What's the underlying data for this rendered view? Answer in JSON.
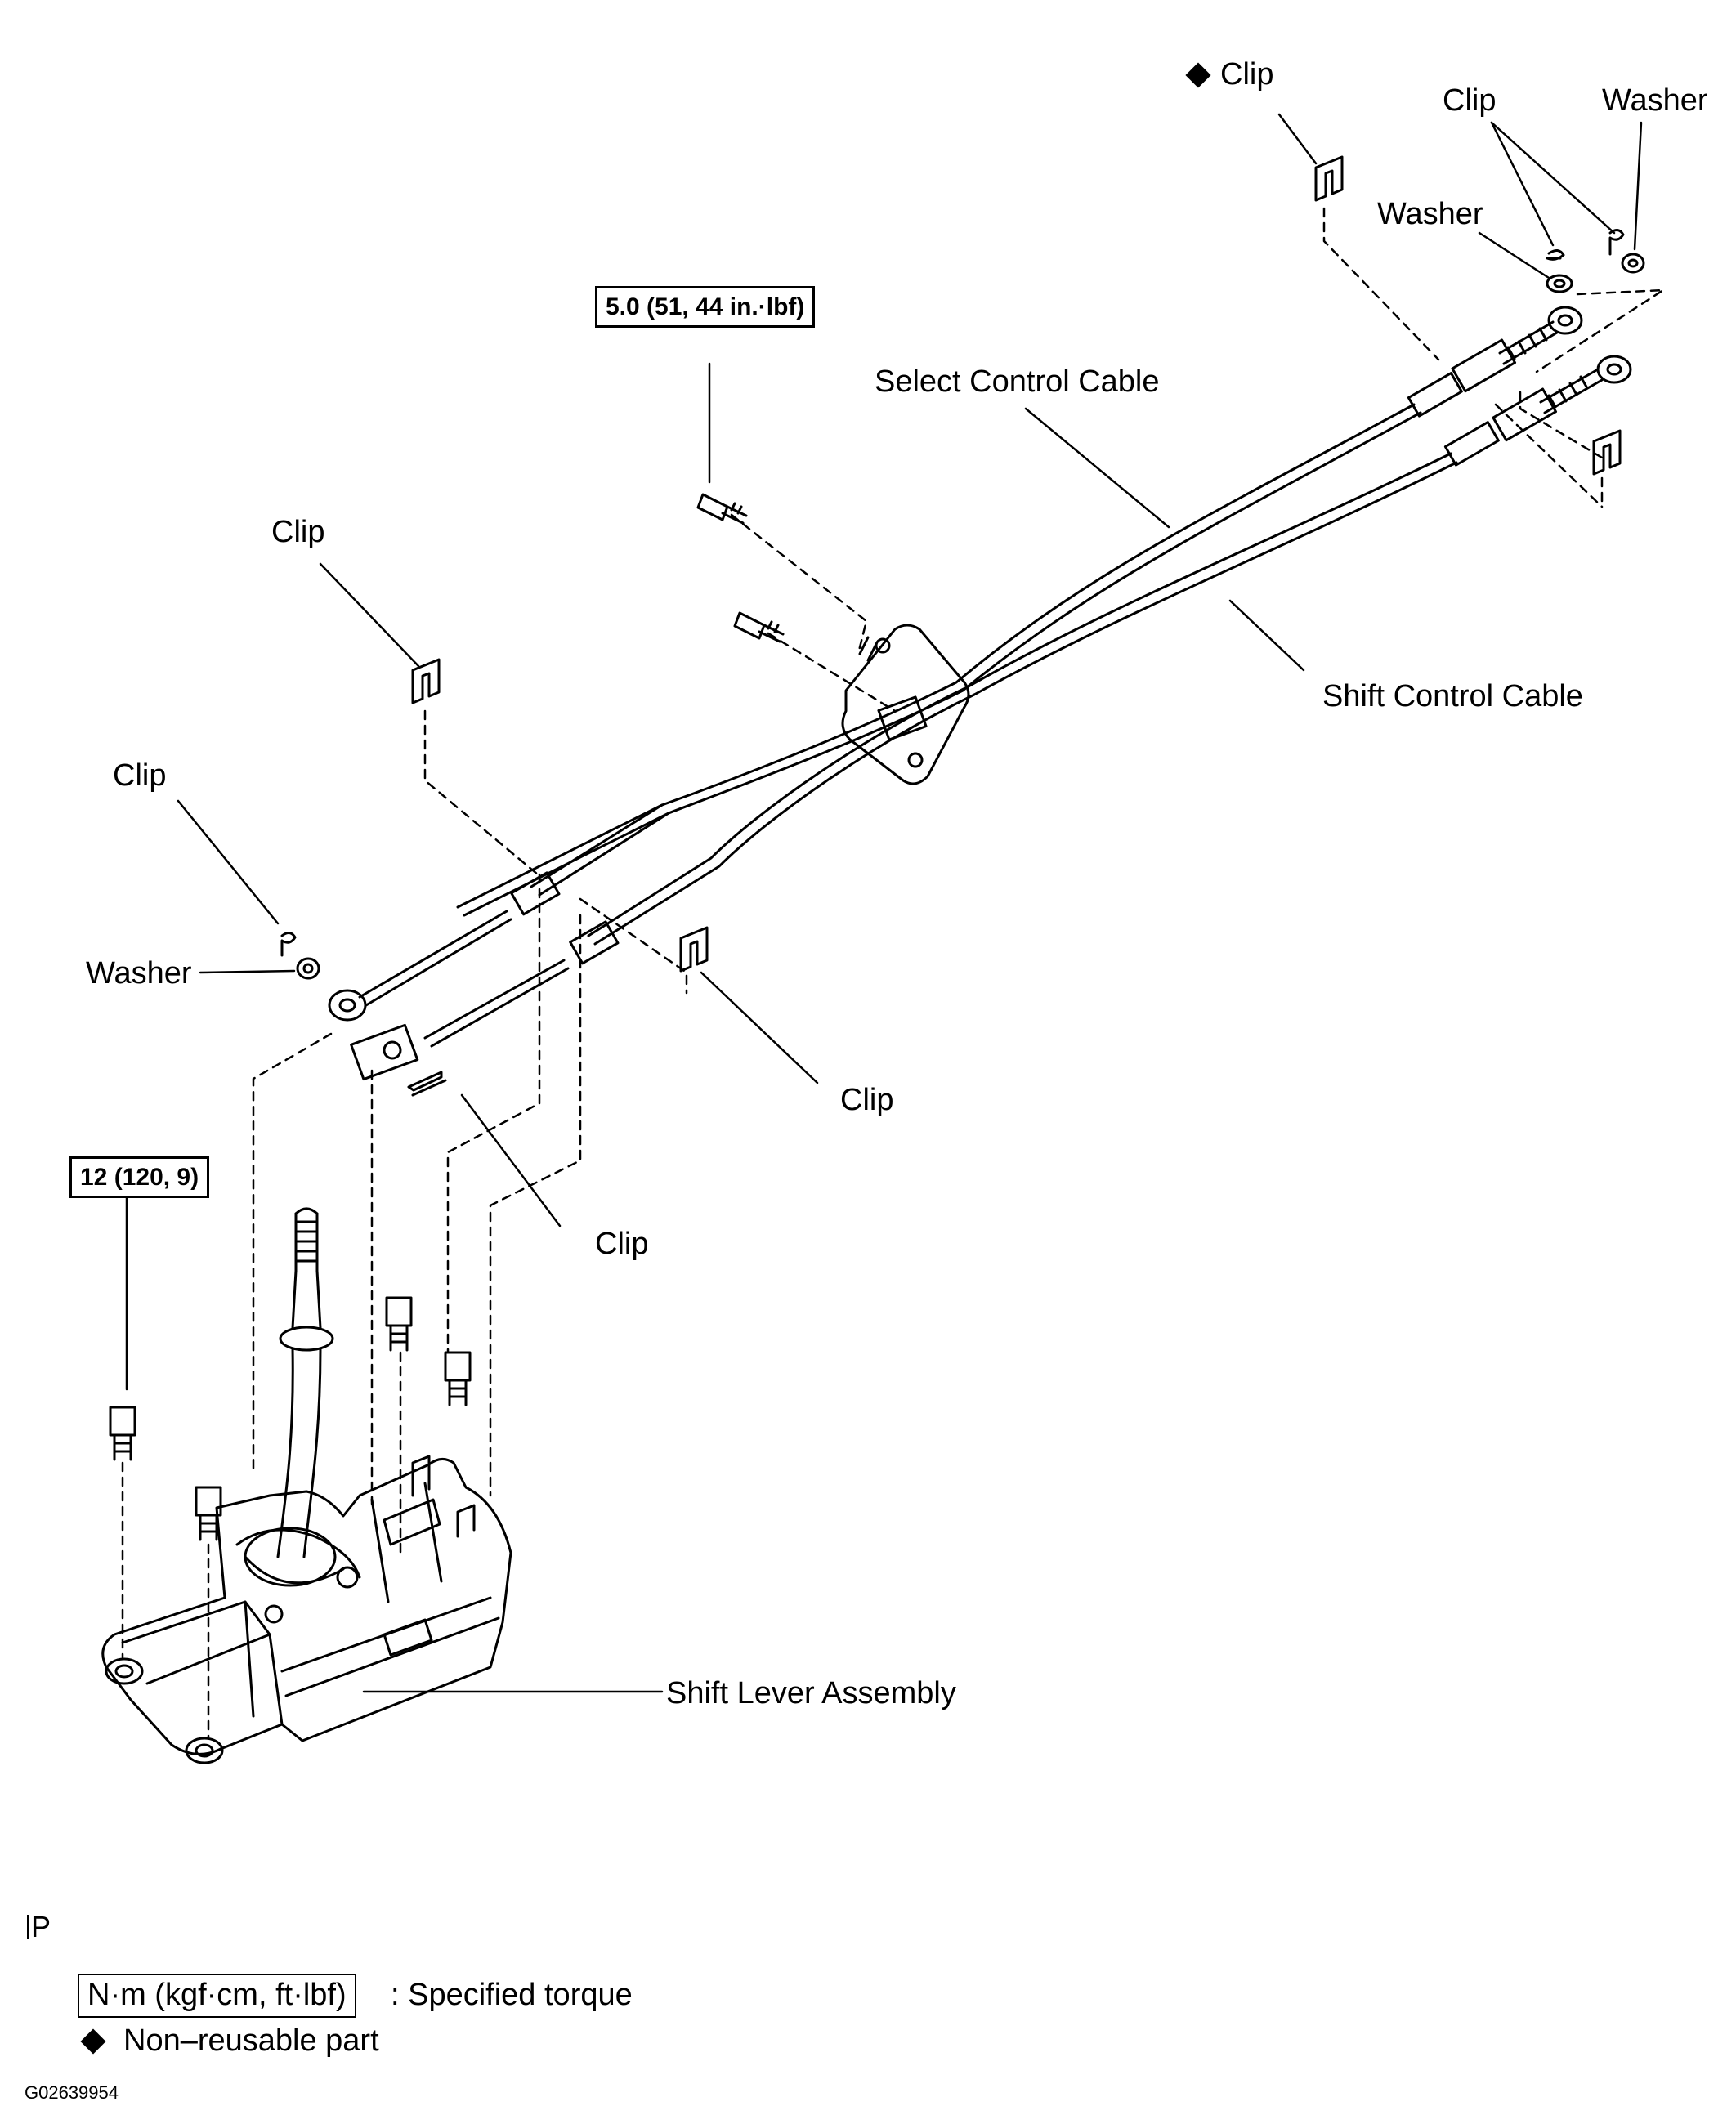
{
  "labels": {
    "clip_top_nonreusable": "Clip",
    "clip_top_right": "Clip",
    "washer_top_right": "Washer",
    "washer_mid_right": "Washer",
    "select_control_cable": "Select Control Cable",
    "shift_control_cable": "Shift Control Cable",
    "clip_left_upper": "Clip",
    "clip_left": "Clip",
    "washer_left": "Washer",
    "clip_center_right": "Clip",
    "clip_center_lower": "Clip",
    "shift_lever_assembly": "Shift Lever Assembly"
  },
  "torque": {
    "bracket_bolt": "5.0 (51, 44 in.·lbf)",
    "lever_bolt": "12 (120, 9)"
  },
  "legend": {
    "page_mark": "P",
    "torque_box": "N·m (kgf·cm, ft·lbf)",
    "torque_desc": ": Specified torque",
    "nonreusable_desc": "Non–reusable part"
  },
  "figure_id": "G02639954"
}
